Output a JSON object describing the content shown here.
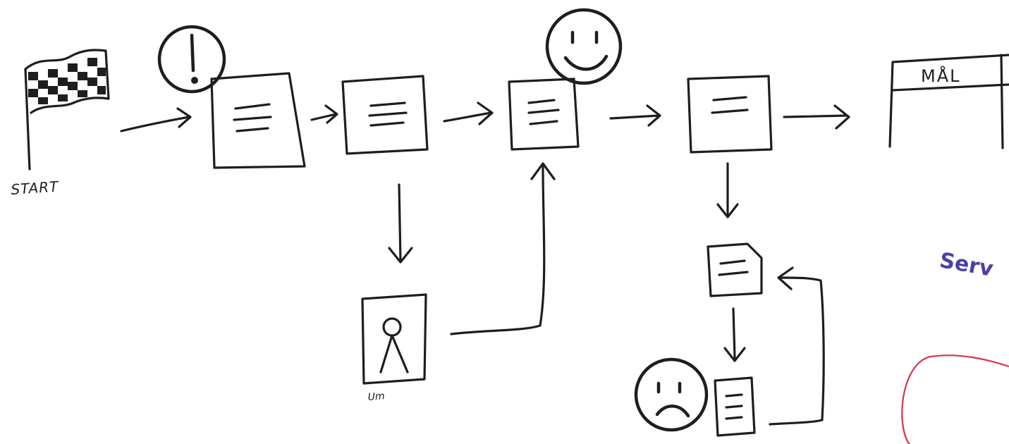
{
  "labels": {
    "start": "START",
    "goal": "MÅL",
    "person_caption": "Um",
    "accent_text": "Serv"
  },
  "icons": [
    "checkered-flag-icon",
    "exclamation-icon",
    "smiley-happy-icon",
    "smiley-sad-icon",
    "person-icon",
    "goal-gate-icon",
    "document-icon",
    "arrow-icon"
  ],
  "colors": {
    "ink": "#1e1e1e",
    "accent_text": "#4b3fa8",
    "accent_shape": "#d8344a",
    "background": "#ffffff"
  }
}
